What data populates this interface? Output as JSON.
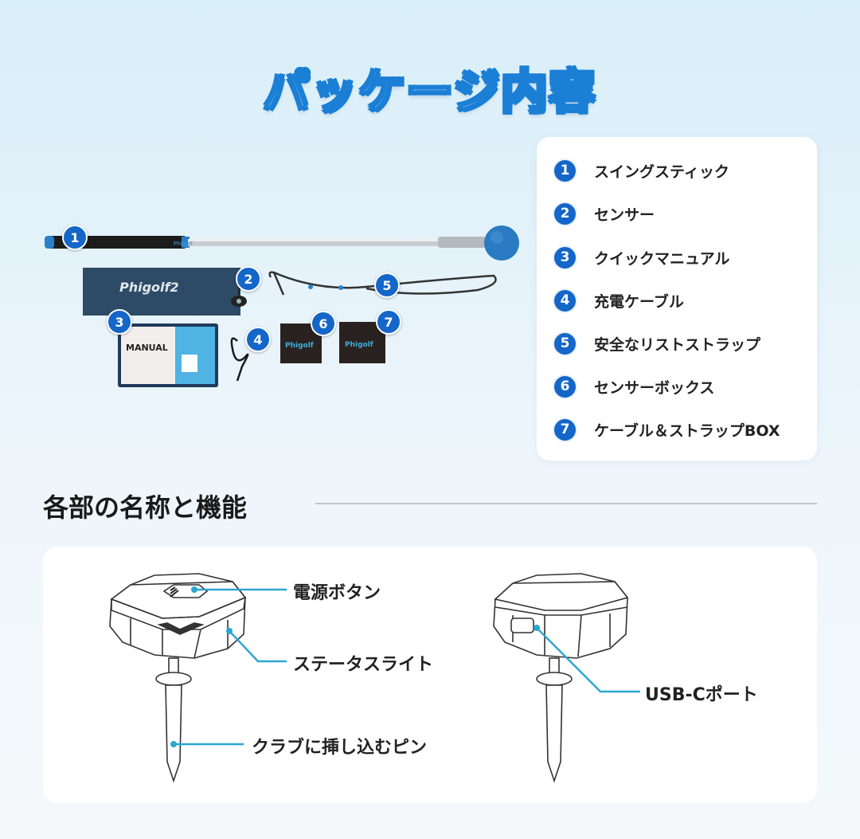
{
  "header": {
    "title": "パッケージ内容"
  },
  "package_photo": {
    "badges": [
      "1",
      "2",
      "3",
      "4",
      "5",
      "6",
      "7"
    ],
    "brand": "Phigolf",
    "sleeve_brand": "Phigolf2",
    "manual_label": "MANUAL"
  },
  "contents_list": {
    "items": [
      {
        "number": "1",
        "label": "スイングスティック"
      },
      {
        "number": "2",
        "label": "センサー"
      },
      {
        "number": "3",
        "label": "クイックマニュアル"
      },
      {
        "number": "4",
        "label": "充電ケーブル"
      },
      {
        "number": "5",
        "label": "安全なリストストラップ"
      },
      {
        "number": "6",
        "label": "センサーボックス"
      },
      {
        "number": "7",
        "label": "ケーブル＆ストラップBOX"
      }
    ]
  },
  "parts_section": {
    "title": "各部の名称と機能",
    "callouts": {
      "power_button": "電源ボタン",
      "status_light": "ステータスライト",
      "pin": "クラブに挿し込むピン",
      "usb_port": "USB-Cポート"
    }
  },
  "colors": {
    "accent": "#1466c8",
    "callout_line": "#2aa7d0",
    "title_stroke": "#1b7fd6"
  }
}
